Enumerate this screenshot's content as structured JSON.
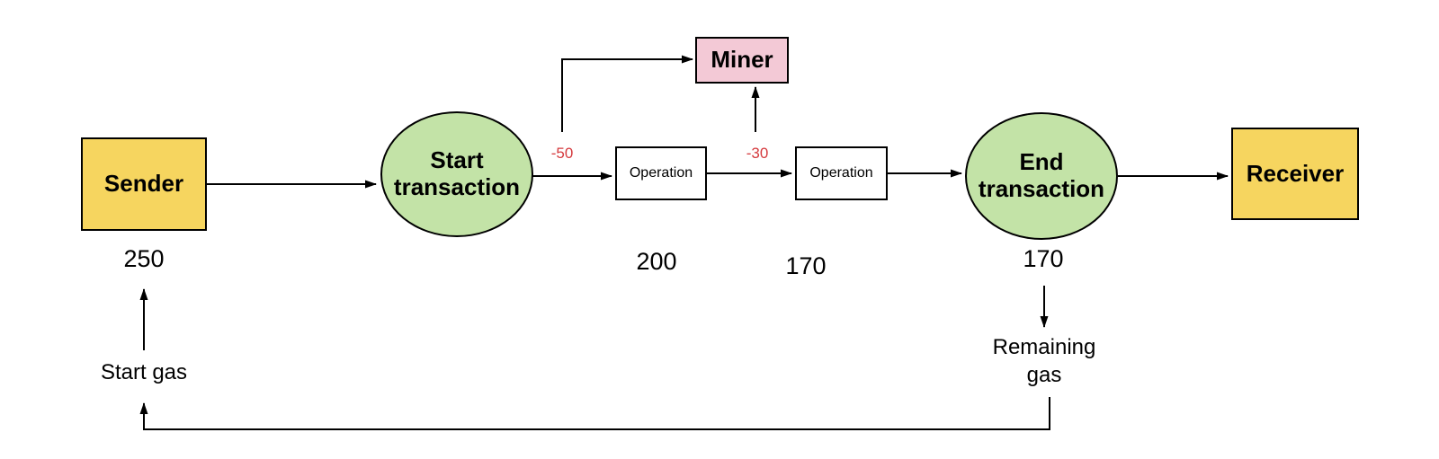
{
  "diagram": {
    "nodes": {
      "sender": "Sender",
      "start_transaction": "Start transaction",
      "operation_1": "Operation",
      "operation_2": "Operation",
      "end_transaction": "End transaction",
      "receiver": "Receiver",
      "miner": "Miner"
    },
    "gas_values": {
      "start_gas_value": "250",
      "after_operation_1": "200",
      "after_operation_2": "170",
      "remaining_gas_value": "170"
    },
    "gas_deductions": {
      "to_miner_from_start": "-50",
      "to_miner_from_operation": "-30"
    },
    "annotations": {
      "start_gas": "Start gas",
      "remaining_gas": "Remaining gas"
    },
    "colors": {
      "endpoint_yellow": "#f6d55f",
      "transaction_green": "#c3e3a7",
      "miner_pink": "#f3c9d6",
      "deduction_red": "#d53a3e",
      "connector_black": "#000000"
    }
  }
}
